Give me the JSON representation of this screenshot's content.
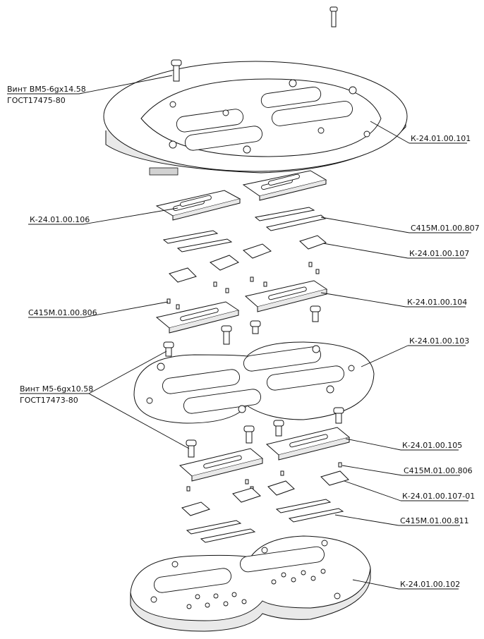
{
  "labels": {
    "screw_top_line1": "Винт ВМ5-6gх14.58",
    "screw_top_line2": "ГОСТ17475-80",
    "k101": "К-24.01.00.101",
    "k106": "К-24.01.00.106",
    "c807": "С415М.01.00.807",
    "k107": "К-24.01.00.107",
    "c806_left": "С415М.01.00.806",
    "k104": "К-24.01.00.104",
    "k103": "К-24.01.00.103",
    "screw_mid_line1": "Винт М5-6gх10.58",
    "screw_mid_line2": "ГОСТ17473-80",
    "k105": "К-24.01.00.105",
    "c806_right": "С415М.01.00.806",
    "k107_01": "К-24.01.00.107-01",
    "c811": "С415М.01.00.811",
    "k102": "К-24.01.00.102"
  }
}
